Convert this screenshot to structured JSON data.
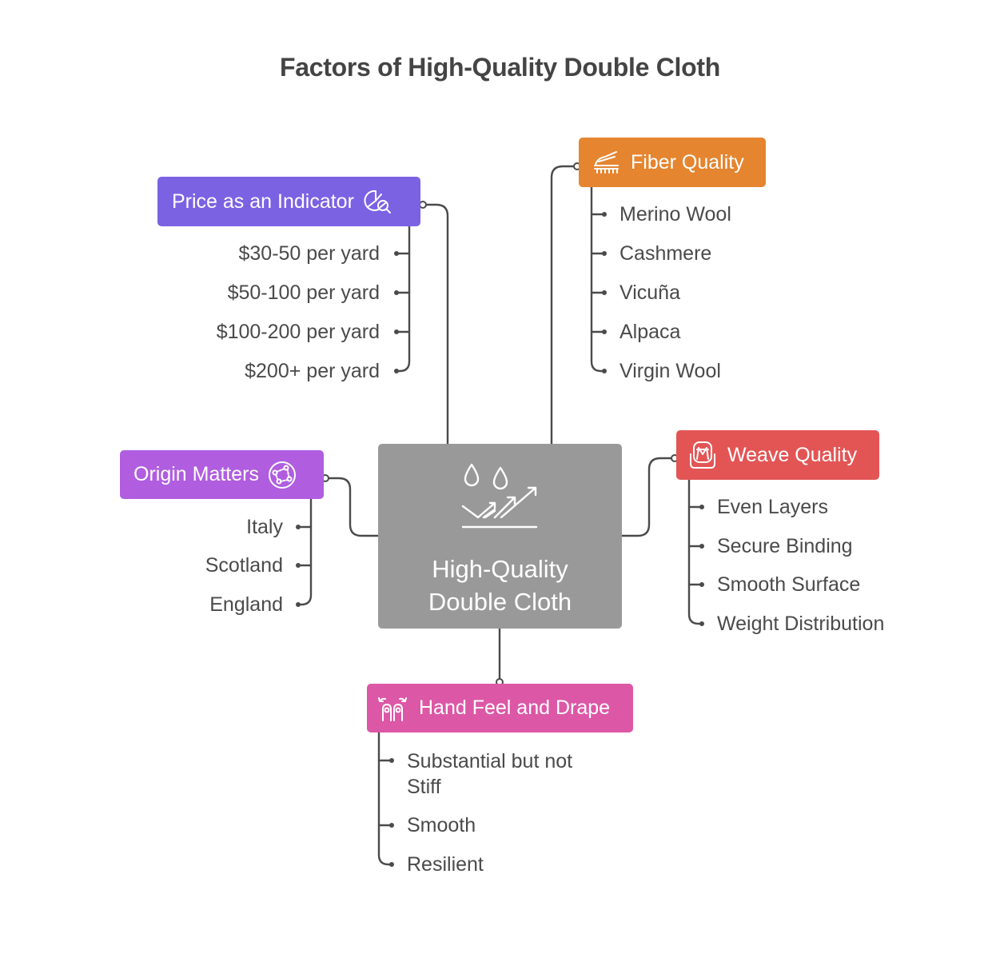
{
  "title": "Factors of High-Quality Double Cloth",
  "center": {
    "label_line1": "High-Quality",
    "label_line2": "Double Cloth",
    "icon": "water-drops-trend-icon",
    "color": "#999999"
  },
  "branches": {
    "price": {
      "label": "Price as an Indicator",
      "icon": "pie-chart-search-icon",
      "color": "#7b62e3",
      "items": [
        "$30-50 per yard",
        "$50-100 per yard",
        "$100-200 per yard",
        "$200+ per yard"
      ]
    },
    "fiber": {
      "label": "Fiber Quality",
      "icon": "brush-comb-icon",
      "color": "#e5852f",
      "items": [
        "Merino Wool",
        "Cashmere",
        "Vicuña",
        "Alpaca",
        "Virgin Wool"
      ]
    },
    "origin": {
      "label": "Origin Matters",
      "icon": "globe-network-icon",
      "color": "#b05de0",
      "items": [
        "Italy",
        "Scotland",
        "England"
      ]
    },
    "weave": {
      "label": "Weave Quality",
      "icon": "seat-weave-icon",
      "color": "#e35555",
      "items": [
        "Even Layers",
        "Secure Binding",
        "Smooth Surface",
        "Weight Distribution"
      ]
    },
    "hand": {
      "label": "Hand Feel and Drape",
      "icon": "hands-touch-icon",
      "color": "#dc58a6",
      "items": [
        "Substantial but not Stiff",
        "Smooth",
        "Resilient"
      ]
    }
  }
}
